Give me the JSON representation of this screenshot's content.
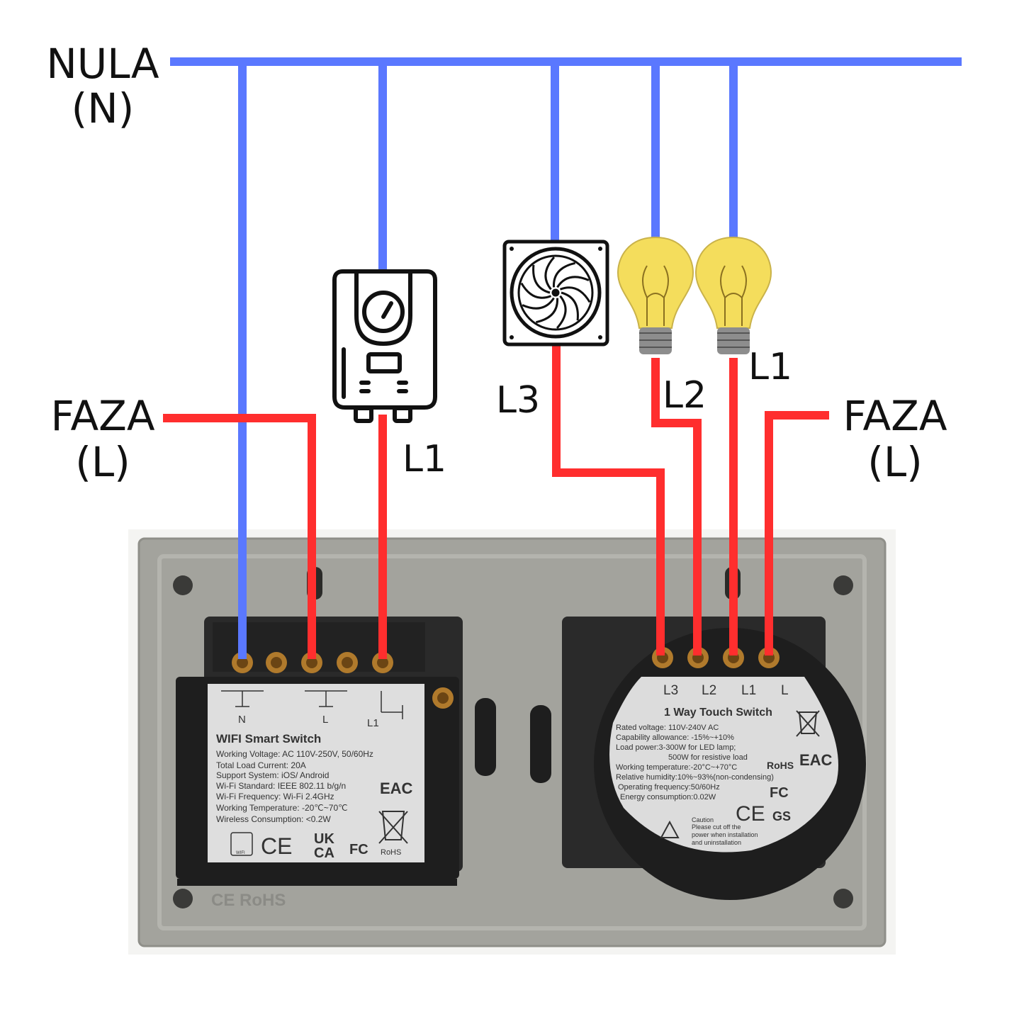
{
  "labels": {
    "neutral_line1": "NULA",
    "neutral_line2": "(N)",
    "phase_left_line1": "FAZA",
    "phase_left_line2": "(L)",
    "phase_right_line1": "FAZA",
    "phase_right_line2": "(L)",
    "heater_output": "L1",
    "fan_output": "L3",
    "bulb2_output": "L2",
    "bulb1_output": "L1"
  },
  "wifi_module": {
    "terminals": [
      "N",
      "L",
      "L1"
    ],
    "title": "WIFI Smart Switch",
    "specs": [
      "Working Voltage: AC 110V-250V, 50/60Hz",
      "Total Load Current: 20A",
      "Support System: iOS/ Android",
      "Wi-Fi Standard: IEEE 802.11 b/g/n",
      "Wi-Fi Frequency: Wi-Fi 2.4GHz",
      "Working Temperature: -20℃~70℃",
      "Wireless Consumption: <0.2W"
    ],
    "marks": {
      "wifi": "WIFI",
      "ce": "CE",
      "ukca1": "UK",
      "ukca2": "CA",
      "fc": "FC",
      "eac": "EAC",
      "rohs": "RoHS"
    }
  },
  "touch_module": {
    "terminals": [
      "L3",
      "L2",
      "L1",
      "L"
    ],
    "title": "1 Way Touch Switch",
    "specs": [
      "Rated voltage: 110V-240V AC",
      "Capability allowance: -15%~+10%",
      "Load power:3-300W for LED lamp;",
      "500W for resistive load",
      "Working temperature:-20°C~+70°C",
      "Relative humidity:10%~93%(non-condensing)",
      "Operating frequency:50/60Hz",
      "Energy consumption:0.02W"
    ],
    "caution": [
      "Caution",
      "Please cut off the",
      "power when installation",
      "and uninstallation"
    ],
    "marks": {
      "rohs": "RoHS",
      "eac": "EAC",
      "fc": "FC",
      "ce": "CE",
      "gs": "GS"
    }
  },
  "plate_marks": "CE RoHS",
  "colors": {
    "neutral": "#5a78ff",
    "phase": "#ff2e2e",
    "plate": "#a3a39d",
    "module": "#1e1e1e",
    "bulb": "#f4dd5c"
  }
}
